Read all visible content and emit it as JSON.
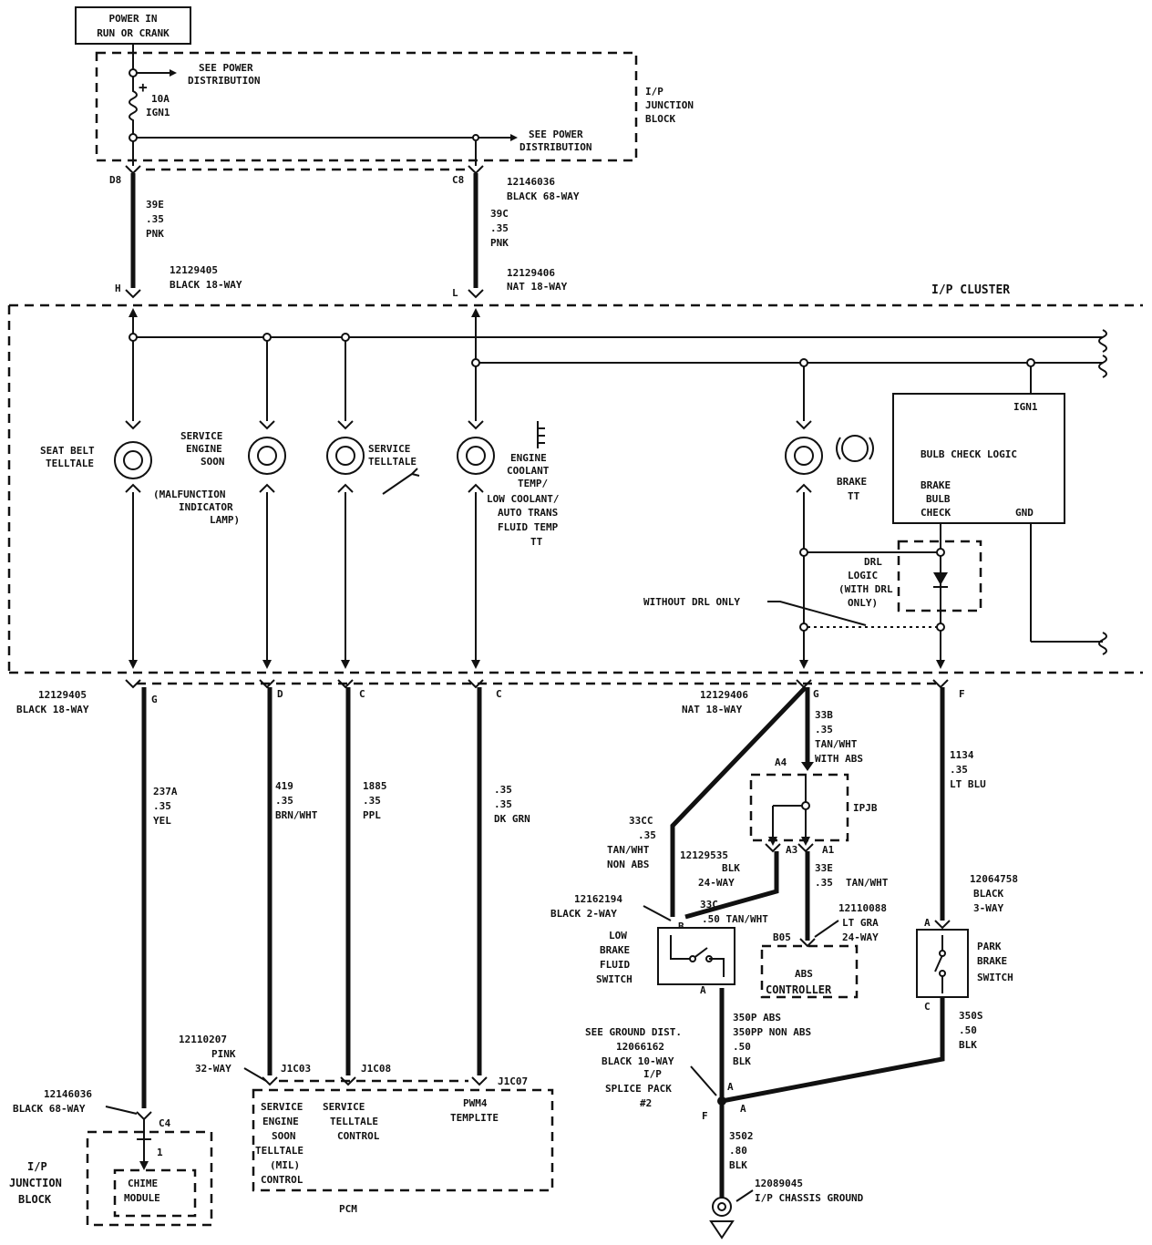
{
  "power": {
    "label1": "POWER IN",
    "label2": "RUN OR CRANK"
  },
  "ip_junction_block": {
    "title1": "I/P",
    "title2": "JUNCTION",
    "title3": "BLOCK",
    "see_power_1a": "SEE POWER",
    "see_power_1b": "DISTRIBUTION",
    "see_power_2a": "SEE POWER",
    "see_power_2b": "DISTRIBUTION",
    "fuse_plus": "+",
    "fuse_rating": "10A",
    "fuse_name": "IGN1"
  },
  "upper_connectors": {
    "d8": "D8",
    "c8": "C8",
    "c8_part": "12146036",
    "c8_desc": "BLACK 68-WAY",
    "h": "H",
    "h_part": "12129405",
    "h_desc": "BLACK 18-WAY",
    "l": "L",
    "l_part": "12129406",
    "l_desc": "NAT 18-WAY"
  },
  "wires_upper": {
    "w1a": "39E",
    "w1b": ".35",
    "w1c": "PNK",
    "w2a": "39C",
    "w2b": ".35",
    "w2c": "PNK"
  },
  "cluster": {
    "title": "I/P CLUSTER",
    "seat_belt_1": "SEAT BELT",
    "seat_belt_2": "TELLTALE",
    "ses_1": "SERVICE",
    "ses_2": "ENGINE",
    "ses_3": "SOON",
    "mil_1": "(MALFUNCTION",
    "mil_2": "INDICATOR",
    "mil_3": "LAMP)",
    "service_1": "SERVICE",
    "service_2": "TELLTALE",
    "coolant_1": "ENGINE",
    "coolant_2": "COOLANT",
    "coolant_3": "TEMP/",
    "coolant_4": "LOW COOLANT/",
    "coolant_5": "AUTO TRANS",
    "coolant_6": "FLUID TEMP",
    "coolant_7": "TT",
    "brake_1": "BRAKE",
    "brake_2": "TT",
    "bulb_ign": "IGN1",
    "bulb_title": "BULB CHECK LOGIC",
    "bulb_b1": "BRAKE",
    "bulb_b2": "BULB",
    "bulb_b3": "CHECK",
    "bulb_gnd": "GND",
    "drl_1": "DRL",
    "drl_2": "LOGIC",
    "drl_3": "(WITH DRL",
    "drl_4": "ONLY)",
    "without_drl": "WITHOUT DRL ONLY"
  },
  "lower_connectors": {
    "g_part": "12129405",
    "g_desc": "BLACK 18-WAY",
    "g": "G",
    "d": "D",
    "c1": "C",
    "c2": "C",
    "g2_part": "12129406",
    "g2_desc": "NAT 18-WAY",
    "g2": "G",
    "f": "F"
  },
  "wires_lower": {
    "yel_a": "237A",
    "yel_b": ".35",
    "yel_c": "YEL",
    "brn_a": "419",
    "brn_b": ".35",
    "brn_c": "BRN/WHT",
    "ppl_a": "1885",
    "ppl_b": ".35",
    "ppl_c": "PPL",
    "grn_a": ".35",
    "grn_b": ".35",
    "grn_c": "DK GRN",
    "tan_a": "33B",
    "tan_b": ".35",
    "tan_c": "TAN/WHT",
    "tan_d": "WITH ABS",
    "blu_a": "1134",
    "blu_b": ".35",
    "blu_c": "LT BLU"
  },
  "ipjb": {
    "label": "IPJB",
    "a4": "A4",
    "a3": "A3",
    "a1": "A1"
  },
  "brake_circuit": {
    "nonabs_a": "33CC",
    "nonabs_b": ".35",
    "nonabs_c": "TAN/WHT",
    "nonabs_d": "NON ABS",
    "conn24_part": "12129535",
    "conn24_b": "BLK",
    "conn24_c": "24-WAY",
    "w33e_a": "33E",
    "w33e_b": ".35",
    "w33e_c": "TAN/WHT",
    "conn2_part": "12162194",
    "conn2_desc": "BLACK 2-WAY",
    "w33c_a": "33C",
    "w33c_b": ".50 TAN/WHT",
    "conn_ltgra_part": "12110088",
    "conn_ltgra_b": "LT GRA",
    "conn_ltgra_c": "24-WAY",
    "b": "B",
    "b05": "B05",
    "low_1": "LOW",
    "low_2": "BRAKE",
    "low_3": "FLUID",
    "low_4": "SWITCH",
    "abs_1": "ABS",
    "abs_2": "CONTROLLER",
    "a_sw": "A"
  },
  "park_brake": {
    "part": "12064758",
    "desc1": "BLACK",
    "desc2": "3-WAY",
    "a": "A",
    "c": "C",
    "label_1": "PARK",
    "label_2": "BRAKE",
    "label_3": "SWITCH",
    "w_a": "350S",
    "w_b": ".50",
    "w_c": "BLK"
  },
  "ground": {
    "w_a": "350P ABS",
    "w_b": "350PP NON ABS",
    "w_c": ".50",
    "w_d": "BLK",
    "see_1": "SEE GROUND DIST.",
    "see_2": "12066162",
    "see_3": "BLACK 10-WAY",
    "see_4": "I/P",
    "see_5": "SPLICE PACK",
    "see_6": "#2",
    "a1": "A",
    "a2": "A",
    "f": "F",
    "w2_a": "3502",
    "w2_b": ".80",
    "w2_c": "BLK",
    "gnd_1": "12089045",
    "gnd_2": "I/P CHASSIS GROUND"
  },
  "pcm": {
    "conn_part": "12110207",
    "conn_b": "PINK",
    "conn_c": "32-WAY",
    "j1": "J1C03",
    "j2": "J1C08",
    "j3": "J1C07",
    "s1": "SERVICE",
    "s2": "ENGINE",
    "s3": "SOON",
    "s4": "TELLTALE",
    "s5": "(MIL)",
    "s6": "CONTROL",
    "t1": "SERVICE",
    "t2": "TELLTALE",
    "t3": "CONTROL",
    "p1": "PWM4",
    "p2": "TEMPLITE",
    "label": "PCM"
  },
  "chime": {
    "part": "12146036",
    "desc": "BLACK 68-WAY",
    "c4": "C4",
    "pin1": "1",
    "label_1": "CHIME",
    "label_2": "MODULE",
    "jb_1": "I/P",
    "jb_2": "JUNCTION",
    "jb_3": "BLOCK"
  }
}
